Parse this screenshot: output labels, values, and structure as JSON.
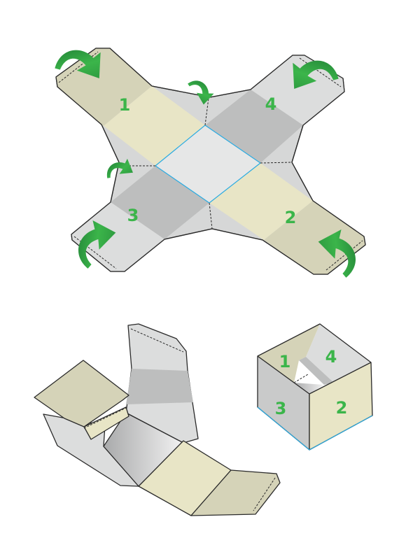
{
  "diagram": {
    "net_labels": [
      "1",
      "2",
      "3",
      "4"
    ],
    "box_labels": [
      "1",
      "2",
      "3",
      "4"
    ]
  },
  "colors": {
    "arrow_green": "#3bb54a",
    "arrow_dark": "#1e7a34",
    "khaki": "#d5d3b8",
    "cream": "#e8e5c6",
    "grey_dark": "#bdbebe",
    "grey_light": "#dcdddd",
    "center": "#e6e7e7",
    "fold_line": "#29abe2"
  }
}
